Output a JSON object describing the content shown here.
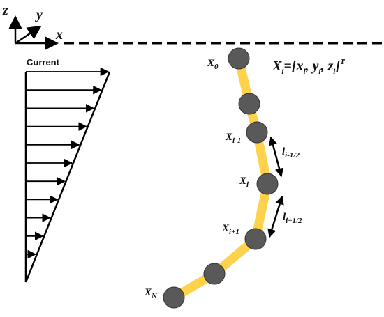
{
  "axes": {
    "z": "z",
    "y": "y",
    "x": "x"
  },
  "current": {
    "label": "Current"
  },
  "nodes": {
    "x0": {
      "base": "X",
      "sub": "0"
    },
    "xim1": {
      "base": "X",
      "sub": "i-1"
    },
    "xi": {
      "base": "X",
      "sub": "i"
    },
    "xip1": {
      "base": "X",
      "sub": "i+1"
    },
    "xn": {
      "base": "X",
      "sub": "N"
    }
  },
  "segments": {
    "lim": {
      "base": "l",
      "sub": "i-1/2"
    },
    "lip": {
      "base": "l",
      "sub": "i+1/2"
    }
  },
  "equation": {
    "lhs_base": "X",
    "lhs_sub": "i",
    "equals_bracket": "=[",
    "x_base": "x",
    "x_sub": "i",
    "sep1": ", ",
    "y_base": "y",
    "y_sub": "i",
    "sep2": ", ",
    "z_base": "z",
    "z_sub": "i",
    "close": "]",
    "sup": "T"
  },
  "colors": {
    "cable": "#FFD24D",
    "node": "#595959",
    "ink": "#000000"
  }
}
